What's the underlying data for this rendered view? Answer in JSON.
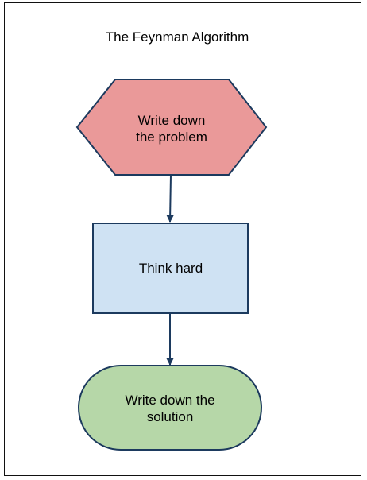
{
  "diagram": {
    "title": "The Feynman Algorithm",
    "nodes": [
      {
        "id": "start",
        "shape": "hexagon",
        "fill": "#ea9999",
        "stroke": "#1c3a5e",
        "lines": [
          "Write down",
          "the problem"
        ]
      },
      {
        "id": "process",
        "shape": "rectangle",
        "fill": "#cfe2f3",
        "stroke": "#1c3a5e",
        "lines": [
          "Think hard"
        ]
      },
      {
        "id": "end",
        "shape": "terminator",
        "fill": "#b6d7a8",
        "stroke": "#1c3a5e",
        "lines": [
          "Write down the",
          "solution"
        ]
      }
    ],
    "edges": [
      {
        "from": "start",
        "to": "process",
        "color": "#1c3a5e"
      },
      {
        "from": "process",
        "to": "end",
        "color": "#1c3a5e"
      }
    ]
  }
}
